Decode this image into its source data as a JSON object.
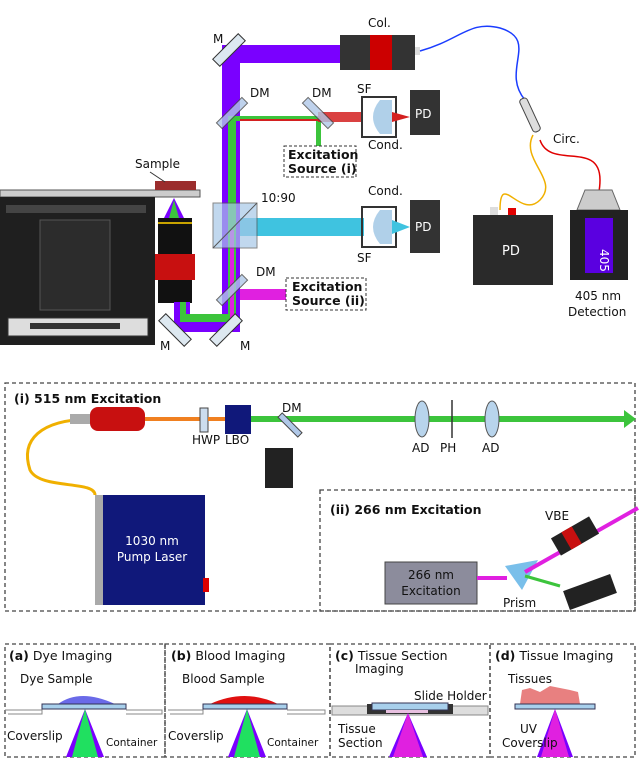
{
  "setup": {
    "collimator": "Col.",
    "mirror": "M",
    "dichroic": "DM",
    "spatial_filter": "SF",
    "condenser": "Cond.",
    "photodiode": "PD",
    "sample": "Sample",
    "splitter_ratio": "10:90",
    "excitation_i": [
      "Excitation",
      "Source (i)"
    ],
    "excitation_ii": [
      "Excitation",
      "Source (ii)"
    ],
    "circulator": "Circ.",
    "detector_filter": "405",
    "detection": [
      "405 nm",
      "Detection"
    ]
  },
  "panel_i": {
    "title": "(i) 515 nm Excitation",
    "hwp": "HWP",
    "lbo": "LBO",
    "dm": "DM",
    "ad1": "AD",
    "ph": "PH",
    "ad2": "AD",
    "pump": [
      "1030 nm",
      "Pump Laser"
    ]
  },
  "panel_ii": {
    "title": "(ii) 266 nm Excitation",
    "vbe": "VBE",
    "source": [
      "266 nm",
      "Excitation"
    ],
    "prism": "Prism"
  },
  "panels": [
    {
      "tag": "(a)",
      "title": "Dye Imaging",
      "sample": "Dye Sample",
      "coverslip": "Coverslip",
      "container": "Container"
    },
    {
      "tag": "(b)",
      "title": "Blood Imaging",
      "sample": "Blood Sample",
      "coverslip": "Coverslip",
      "container": "Container"
    },
    {
      "tag": "(c)",
      "title": [
        "Tissue Section",
        "Imaging"
      ],
      "holder": "Slide Holder",
      "section": [
        "Tissue",
        "Section"
      ]
    },
    {
      "tag": "(d)",
      "title": "Tissue Imaging",
      "sample": "Tissues",
      "coverslip": [
        "UV",
        "Coverslip"
      ]
    }
  ],
  "colors": {
    "uv": "#7a00ff",
    "green": "#3cc43c",
    "red": "#d42020",
    "cyan": "#3fc3e0",
    "magenta": "#e020e0",
    "pump_blue": "#1a1a80"
  }
}
